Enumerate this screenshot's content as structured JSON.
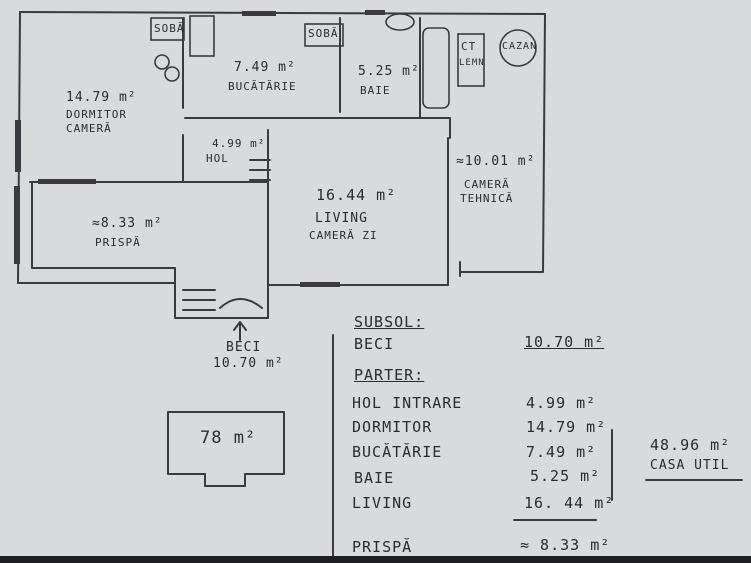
{
  "plan": {
    "rooms": {
      "dormitor": {
        "area": "14.79 m²",
        "name1": "DORMITOR",
        "name2": "CAMERĂ"
      },
      "bucatarie": {
        "area": "7.49 m²",
        "name": "BUCĂTĂRIE"
      },
      "baie": {
        "area": "5.25 m²",
        "name": "BAIE"
      },
      "hol": {
        "area": "4.99 m²",
        "name": "HOL"
      },
      "living": {
        "area": "16.44 m²",
        "name1": "LIVING",
        "name2": "CAMERĂ ZI"
      },
      "camera_tehnica": {
        "area": "≈10.01 m²",
        "name1": "CAMERĂ",
        "name2": "TEHNICĂ"
      },
      "prispa": {
        "area": "≈8.33 m²",
        "name": "PRISPĂ"
      }
    },
    "fixtures": {
      "soba1": "SOBĂ",
      "soba2": "SOBĂ",
      "ct": "CT",
      "lemn": "LEMN",
      "cazan": "CAZAN"
    },
    "beci": {
      "name": "BECI",
      "area": "10.70 m²"
    },
    "footprint": {
      "area": "78 m²"
    }
  },
  "summary": {
    "subsol_heading": "SUBSOL:",
    "beci_label": "BECI",
    "beci_value": "10.70 m²",
    "parter_heading": "PARTER:",
    "rows": [
      {
        "label": "HOL INTRARE",
        "value": "4.99 m²"
      },
      {
        "label": "DORMITOR",
        "value": "14.79 m²"
      },
      {
        "label": "BUCĂTĂRIE",
        "value": "7.49 m²"
      },
      {
        "label": "BAIE",
        "value": "5.25 m²"
      },
      {
        "label": "LIVING",
        "value": "16. 44 m²"
      }
    ],
    "prispa_label": "PRISPĂ",
    "prispa_value": "≈ 8.33 m²",
    "total_value": "48.96 m²",
    "total_label": "CASA UTIL"
  }
}
